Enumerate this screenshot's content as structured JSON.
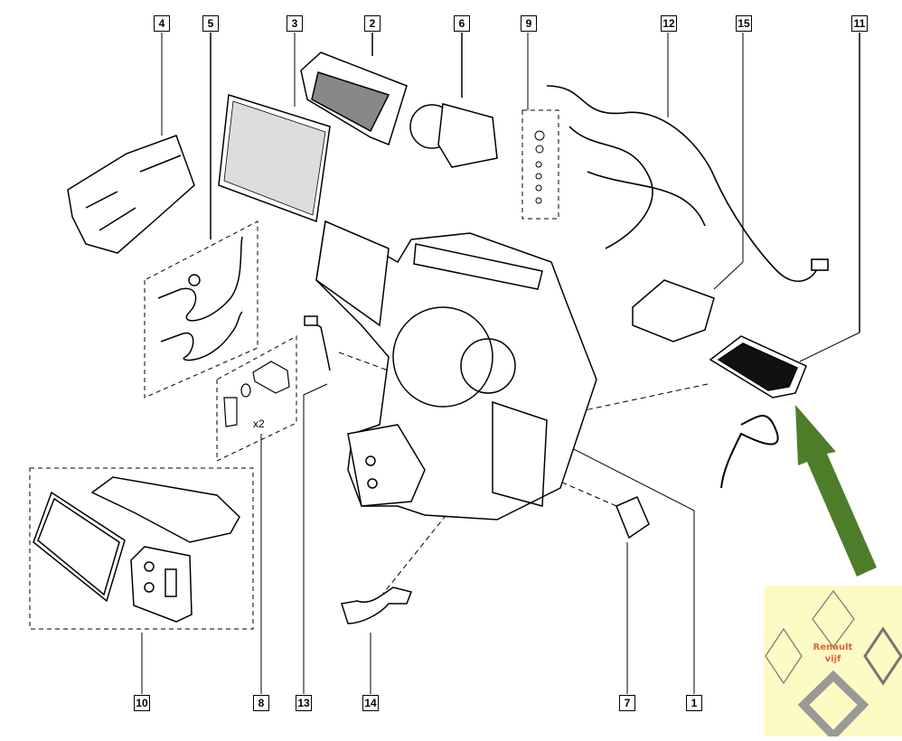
{
  "diagram": {
    "title": "Heater / HVAC unit exploded view",
    "callouts": [
      {
        "id": "4",
        "label": "4"
      },
      {
        "id": "5",
        "label": "5"
      },
      {
        "id": "3",
        "label": "3"
      },
      {
        "id": "2",
        "label": "2"
      },
      {
        "id": "6",
        "label": "6"
      },
      {
        "id": "9",
        "label": "9"
      },
      {
        "id": "12",
        "label": "12"
      },
      {
        "id": "15",
        "label": "15"
      },
      {
        "id": "11",
        "label": "11"
      },
      {
        "id": "10",
        "label": "10"
      },
      {
        "id": "8",
        "label": "8"
      },
      {
        "id": "13",
        "label": "13"
      },
      {
        "id": "14",
        "label": "14"
      },
      {
        "id": "7",
        "label": "7"
      },
      {
        "id": "1",
        "label": "1"
      }
    ],
    "quantity_note": "x2",
    "arrow_color": "#4e7d2a",
    "line_color": "#000000"
  },
  "watermark": {
    "line1": "Renault",
    "line2": "vijf",
    "logo_text": "RENAULT",
    "background": "#fdfbc4",
    "text_color": "#e4603f"
  }
}
